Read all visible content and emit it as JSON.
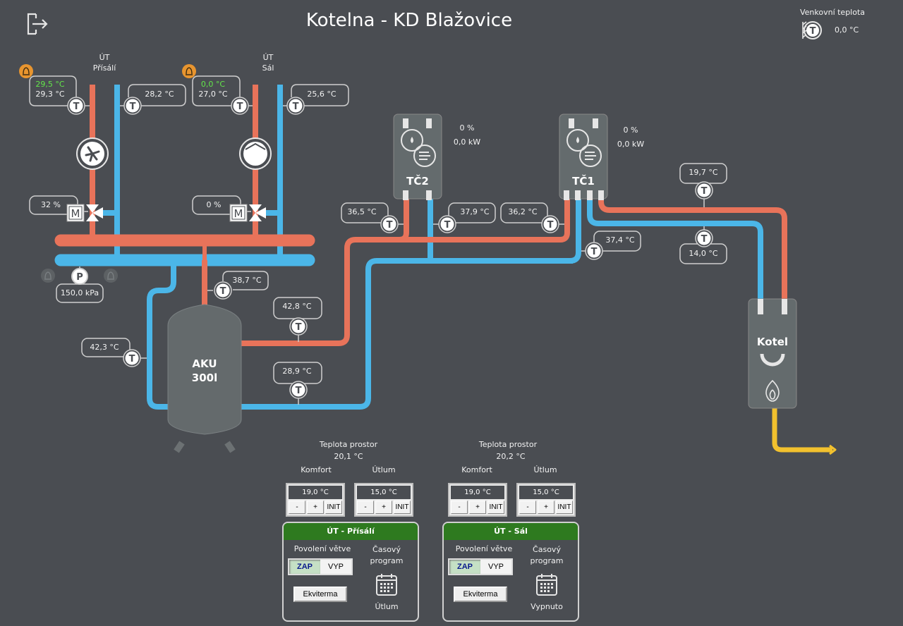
{
  "header": {
    "title": "Kotelna - KD Blažovice",
    "logout_icon": "logout-icon",
    "outdoor": {
      "label": "Venkovní teplota",
      "value": "0,0 °C",
      "icon": "outdoor-temperature-icon"
    }
  },
  "colors": {
    "background": "#4a4d52",
    "hot_pipe": "#e8735a",
    "cold_pipe": "#4bb6e8",
    "gas_pipe": "#f2c12e",
    "alarm": "#e8952f",
    "active_value": "#63e64a",
    "panel_header": "#2e7a1f"
  },
  "circuits": [
    {
      "name": "ÚT\nPřísálí",
      "label_line1": "ÚT",
      "label_line2": "Přísálí",
      "supply_setpoint": "29,5 °C",
      "supply_temp": "29,3 °C",
      "return_temp": "28,2 °C",
      "valve_position": "32 %",
      "pump_type": "fan",
      "alarm_icon": "alarm-bell-icon"
    },
    {
      "label_line1": "ÚT",
      "label_line2": "Sál",
      "supply_setpoint": "0,0 °C",
      "supply_temp": "27,0 °C",
      "return_temp": "25,6 °C",
      "valve_position": "0 %",
      "pump_type": "pump",
      "alarm_icon": "alarm-bell-icon"
    }
  ],
  "pressure": {
    "value": "150,0 kPa",
    "icon_letter": "P"
  },
  "sensor_letter": "T",
  "motor_letter": "M",
  "accumulator": {
    "line1": "AKU",
    "line2": "300l",
    "top_temp": "38,7 °C",
    "left_temp": "42,3 °C",
    "hot_outlet_temp": "42,8 °C",
    "cold_outlet_temp": "28,9 °C"
  },
  "heat_pumps": [
    {
      "name": "TČ2",
      "power_pct": "0 %",
      "power_kw": "0,0 kW",
      "out_temp": "36,5 °C",
      "in_temp": "37,9 °C"
    },
    {
      "name": "TČ1",
      "power_pct": "0 %",
      "power_kw": "0,0 kW",
      "out_temp": "36,2 °C",
      "in_temp": "37,4 °C"
    }
  ],
  "boiler": {
    "name": "Kotel",
    "supply_temp": "19,7 °C",
    "return_temp": "14,0 °C"
  },
  "controls": [
    {
      "room_label": "Teplota prostor",
      "room_temp": "20,1 °C",
      "comfort_label": "Komfort",
      "comfort_value": "19,0 °C",
      "setback_label": "Útlum",
      "setback_value": "15,0 °C",
      "btn_minus": "-",
      "btn_plus": "+",
      "btn_init": "INIT",
      "panel_title": "ÚT - Přísálí",
      "enable_label": "Povolení větve",
      "on_label": "ZAP",
      "off_label": "VYP",
      "enabled": true,
      "schedule_label_1": "Časový",
      "schedule_label_2": "program",
      "schedule_state": "Útlum",
      "curve_button": "Ekviterma"
    },
    {
      "room_label": "Teplota prostor",
      "room_temp": "20,2 °C",
      "comfort_label": "Komfort",
      "comfort_value": "19,0 °C",
      "setback_label": "Útlum",
      "setback_value": "15,0 °C",
      "btn_minus": "-",
      "btn_plus": "+",
      "btn_init": "INIT",
      "panel_title": "ÚT - Sál",
      "enable_label": "Povolení větve",
      "on_label": "ZAP",
      "off_label": "VYP",
      "enabled": true,
      "schedule_label_1": "Časový",
      "schedule_label_2": "program",
      "schedule_state": "Vypnuto",
      "curve_button": "Ekviterma"
    }
  ]
}
